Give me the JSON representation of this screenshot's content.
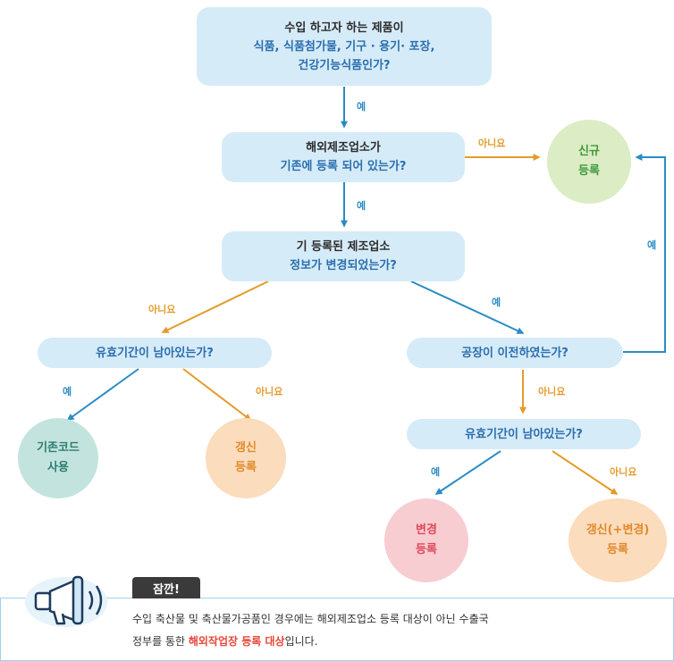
{
  "boxes": {
    "q1": {
      "line1": "수입 하고자 하는 제품이",
      "line2": "식품, 식품첨가물, 기구 · 용기· 포장,",
      "line3": "건강기능식품인가?"
    },
    "q2": {
      "line1": "해외제조업소가",
      "line2": "기존에 등록 되어 있는가?"
    },
    "q3": {
      "line1": "기 등록된 제조업소",
      "line2": "정보가 변경되었는가?"
    },
    "q4": {
      "line1": "유효기간이 남아있는가?"
    },
    "q5": {
      "line1": "공장이 이전하였는가?"
    },
    "q6": {
      "line1": "유효기간이 남아있는가?"
    }
  },
  "outcomes": {
    "new": {
      "line1": "신규",
      "line2": "등록"
    },
    "existing": {
      "line1": "기존코드",
      "line2": "사용"
    },
    "renew_left": {
      "line1": "갱신",
      "line2": "등록"
    },
    "change": {
      "line1": "변경",
      "line2": "등록"
    },
    "renew_change": {
      "line1": "갱신(+변경)",
      "line2": "등록"
    }
  },
  "labels": {
    "yes": "예",
    "no": "아니요"
  },
  "colors": {
    "box_bg": "#d6ebf8",
    "yes": "#2a8cc4",
    "no": "#e39b2b",
    "new": "#dcecc4",
    "existing": "#c3e4de",
    "renew": "#fbdcbd",
    "change": "#f7cdd1"
  },
  "notice": {
    "badge": "잠깐!",
    "text1": "수입 축산물 및 축산물가공품인 경우에는 해외제조업소 등록 대상이 아닌 수출국",
    "text2_pre": "정부를 통한 ",
    "text2_highlight": "해외작업장 등록 대상",
    "text2_post": "입니다.",
    "icon": "megaphone-icon"
  }
}
